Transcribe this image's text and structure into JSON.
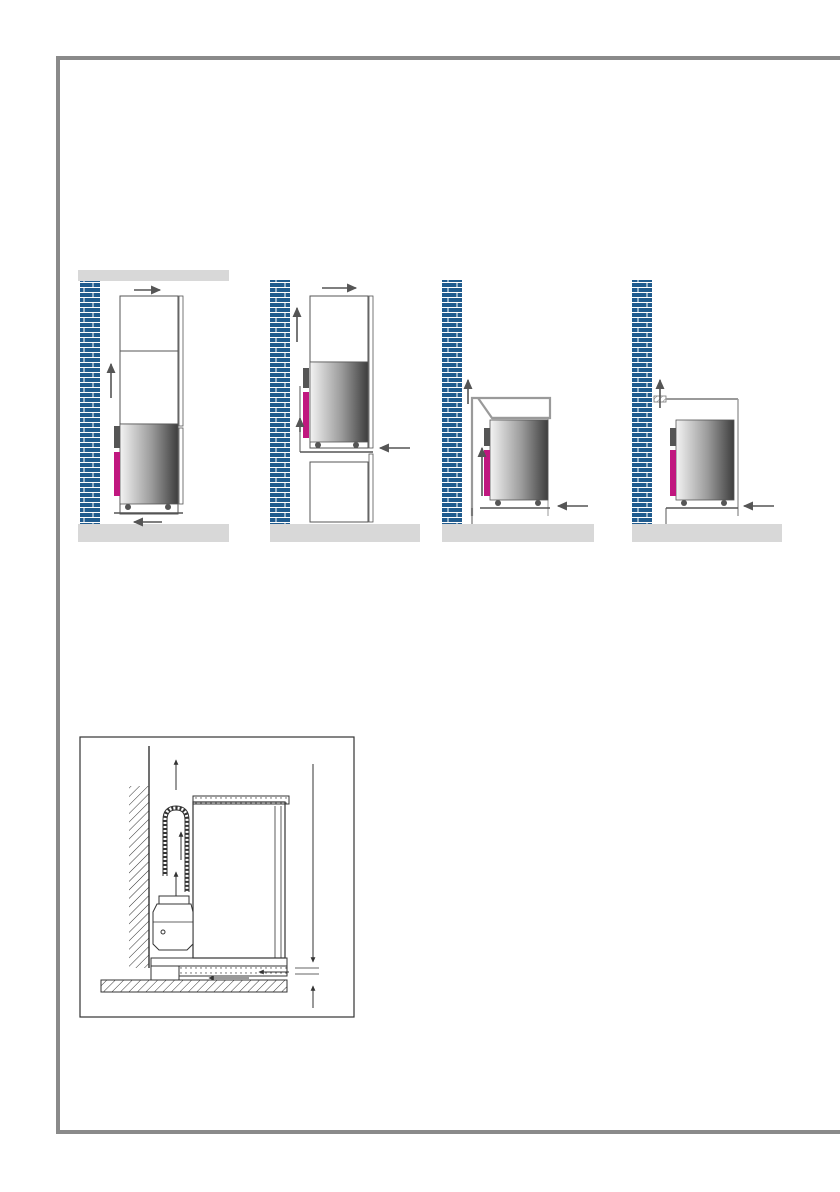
{
  "colors": {
    "frame": "#8a8a8a",
    "brick": "#1f5b8e",
    "mortar": "#ffffff",
    "floor": "#d8d8d8",
    "cabinet_stroke": "#555555",
    "accent_magenta": "#c0177f",
    "arrow": "#555555",
    "hatch": "#333333"
  },
  "figures": {
    "top_row": [
      {
        "id": "fig-1",
        "label": ""
      },
      {
        "id": "fig-2",
        "label": ""
      },
      {
        "id": "fig-3",
        "label": ""
      },
      {
        "id": "fig-4",
        "label": ""
      }
    ],
    "bottom_figure": {
      "id": "fig-5",
      "label": ""
    }
  },
  "icons": [
    "brick-wall-icon",
    "airflow-arrow-icon",
    "appliance-icon",
    "floor-icon",
    "hatched-wall-icon"
  ]
}
